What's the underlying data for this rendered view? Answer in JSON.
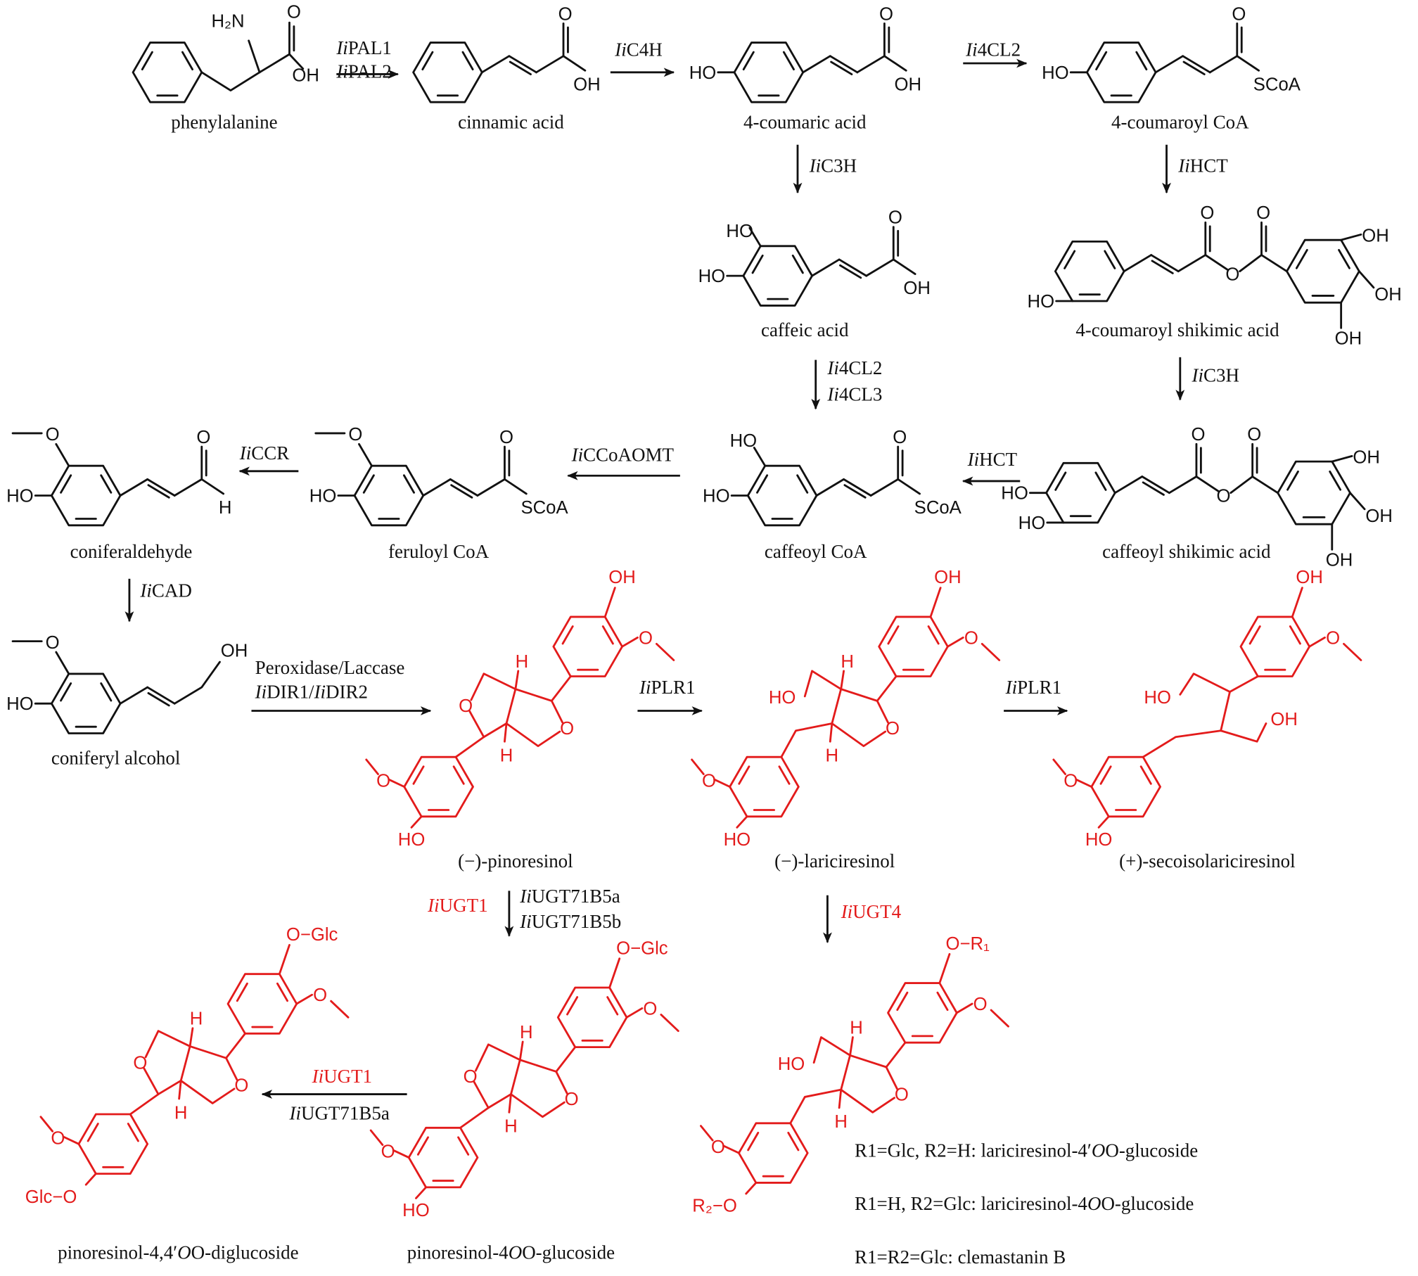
{
  "colors": {
    "black": "#111111",
    "highlight": "#e31b1b"
  },
  "compounds": {
    "phenylalanine": "phenylalanine",
    "cinnamic_acid": "cinnamic acid",
    "coumaric_acid": "4-coumaric acid",
    "coumaroyl_coa": "4-coumaroyl CoA",
    "caffeic_acid": "caffeic acid",
    "coumaroyl_shikimic_acid": "4-coumaroyl shikimic acid",
    "caffeoyl_shikimic_acid": "caffeoyl shikimic acid",
    "caffeoyl_coa": "caffeoyl CoA",
    "feruloyl_coa": "feruloyl CoA",
    "coniferaldehyde": "coniferaldehyde",
    "coniferyl_alcohol": "coniferyl alcohol",
    "pinoresinol": "(−)-pinoresinol",
    "lariciresinol": "(−)-lariciresinol",
    "secoisolariciresinol": "(+)-secoisolariciresinol",
    "pinoresinol_glucoside": "pinoresinol-4-O-glucoside",
    "pinoresinol_diglucoside": "pinoresinol-4,4′-O-diglucoside"
  },
  "enzymes": {
    "pal1": "IiPAL1",
    "pal2": "IiPAL2",
    "c4h": "IiC4H",
    "cl2_top": "Ii4CL2",
    "c3h_a": "IiC3H",
    "hct_a": "IiHCT",
    "c3h_b": "IiC3H",
    "cl2": "Ii4CL2",
    "cl3": "Ii4CL3",
    "hct_b": "IiHCT",
    "ccoaomt": "IiCCoAOMT",
    "ccr": "IiCCR",
    "cad": "IiCAD",
    "peroxidase": "Peroxidase/Laccase",
    "dir": "IiDIR1/IiDIR2",
    "plr1_a": "IiPLR1",
    "plr1_b": "IiPLR1",
    "ugt1_a": "IiUGT1",
    "ugt71b5a_a": "IiUGT71B5a",
    "ugt71b5b": "IiUGT71B5b",
    "ugt4": "IiUGT4",
    "ugt1_b": "IiUGT1",
    "ugt71b5a_b": "IiUGT71B5a"
  },
  "atoms": {
    "OH": "OH",
    "HO": "HO",
    "O": "O",
    "H": "H",
    "H2N": "H₂N",
    "SCoA": "SCoA",
    "OMe": "O",
    "OGlc": "O−Glc",
    "GlcO": "Glc−O",
    "OR1": "O−R₁",
    "R2O": "R₂−O"
  },
  "legend_lines": [
    "R1=Glc, R2=H: lariciresinol-4′-O-glucoside",
    "R1=H, R2=Glc: lariciresinol-4-O-glucoside",
    "R1=R2=Glc: clemastanin B"
  ]
}
